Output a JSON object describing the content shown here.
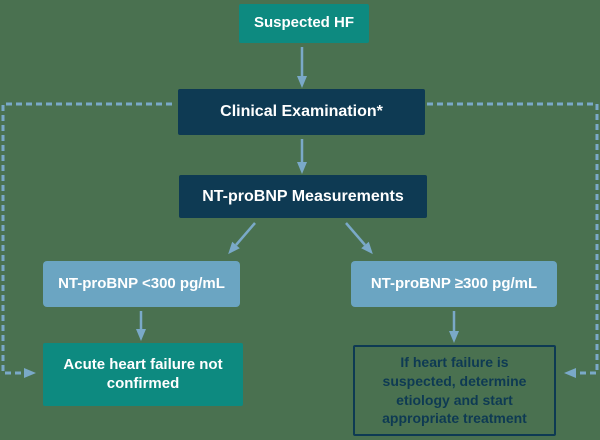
{
  "diagram": {
    "type": "flowchart",
    "topic": "Suspected heart failure diagnostic algorithm"
  },
  "nodes": {
    "suspected_hf": {
      "label": "Suspected HF",
      "style": "teal"
    },
    "clinical_exam": {
      "label": "Clinical Examination*",
      "style": "navy"
    },
    "ntprobnp_measure": {
      "label": "NT-proBNP Measurements",
      "style": "navy"
    },
    "ntprobnp_low": {
      "label": "NT-proBNP <300 pg/mL",
      "style": "light-blue"
    },
    "ntprobnp_high": {
      "label": "NT-proBNP ≥300 pg/mL",
      "style": "light-blue"
    },
    "hf_not_confirmed": {
      "label": "Acute heart failure not confirmed",
      "style": "teal"
    },
    "hf_suspected_action": {
      "label": "If heart failure is suspected, determine etiology and start appropriate treatment",
      "style": "outlined"
    }
  },
  "edges": [
    {
      "from": "suspected_hf",
      "to": "clinical_exam",
      "style": "solid"
    },
    {
      "from": "clinical_exam",
      "to": "ntprobnp_measure",
      "style": "solid"
    },
    {
      "from": "ntprobnp_measure",
      "to": "ntprobnp_low",
      "style": "solid"
    },
    {
      "from": "ntprobnp_measure",
      "to": "ntprobnp_high",
      "style": "solid"
    },
    {
      "from": "ntprobnp_low",
      "to": "hf_not_confirmed",
      "style": "solid"
    },
    {
      "from": "ntprobnp_high",
      "to": "hf_suspected_action",
      "style": "solid"
    },
    {
      "from": "clinical_exam",
      "to": "hf_not_confirmed",
      "style": "dashed"
    },
    {
      "from": "clinical_exam",
      "to": "hf_suspected_action",
      "style": "dashed"
    }
  ],
  "colors": {
    "background": "#4a7150",
    "teal": "#0d8a80",
    "navy": "#0e3a53",
    "light_blue": "#6ba5c2",
    "arrow": "#7aa9c8",
    "text_light": "#ffffff",
    "text_dark": "#0e3a53"
  }
}
